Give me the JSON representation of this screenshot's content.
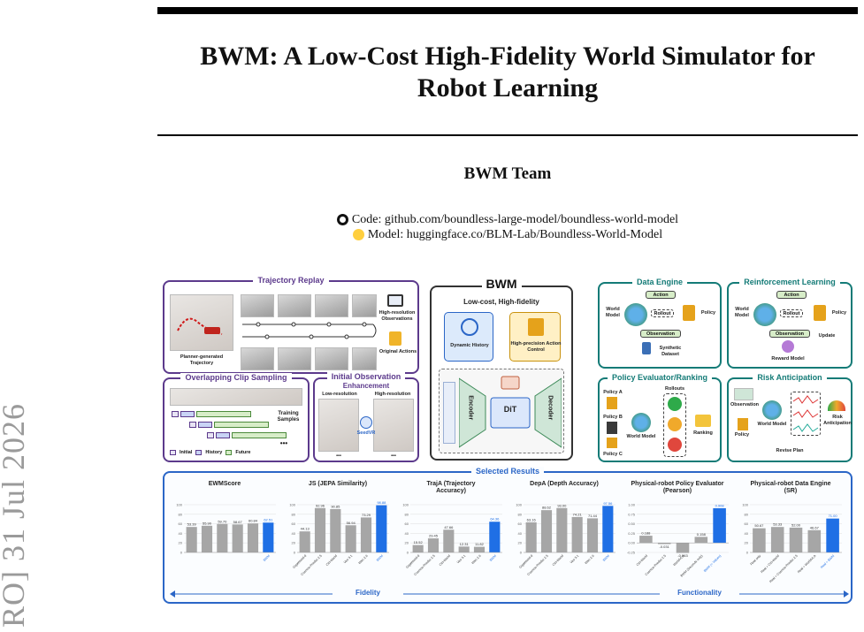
{
  "paper": {
    "title_line1": "BWM: A Low-Cost High-Fidelity World Simulator for",
    "title_line2": "Robot Learning",
    "authors": "BWM Team",
    "code_link": "Code: github.com/boundless-large-model/boundless-world-model",
    "model_link": "Model: huggingface.co/BLM-Lab/Boundless-World-Model",
    "arxiv_stamp": "RO] 31 Jul 2026"
  },
  "figure": {
    "trajectory_replay": {
      "title": "Trajectory Replay",
      "planner": "Planner-generated Trajectory",
      "hires": "High-resolution Observations",
      "actions": "Original Actions"
    },
    "overlapping": {
      "title": "Overlapping Clip Sampling",
      "training": "Training Samples",
      "legend": [
        "Initial",
        "History",
        "Future"
      ],
      "dots": "•••"
    },
    "enhancement": {
      "title1": "Initial Observation",
      "title2": "Enhancement",
      "low": "Low-resolution",
      "high": "High-resolution",
      "sam": "SeedVR",
      "dots": "•••"
    },
    "bwm": {
      "title": "BWM",
      "subtitle": "Low-cost, High-fidelity",
      "history": "Dynamic History",
      "action": "High-precision Action Control",
      "encoder": "Encoder",
      "dit": "DiT",
      "decoder": "Decoder"
    },
    "data_engine": {
      "title": "Data Engine",
      "action": "Action",
      "world_model": "World Model",
      "rollout": "Rollout",
      "policy": "Policy",
      "observation": "Observation",
      "synthetic": "Synthetic Dataset"
    },
    "rl": {
      "title": "Reinforcement Learning",
      "action": "Action",
      "world_model": "World Model",
      "rollout": "Rollout",
      "policy": "Policy",
      "observation": "Observation",
      "update": "Update",
      "reward": "Reward Model"
    },
    "evaluator": {
      "title": "Policy Evaluator/Ranking",
      "policy_a": "Policy A",
      "policy_b": "Policy B",
      "policy_c": "Policy C",
      "world_model": "World Model",
      "rollouts": "Rollouts",
      "ranking": "Ranking"
    },
    "risk": {
      "title": "Risk Anticipation",
      "observation": "Observation",
      "world_model": "World Model",
      "policy": "Policy",
      "risk": "Risk Anticipation",
      "revise": "Revise Plan"
    },
    "results": {
      "title": "Selected Results",
      "fidelity": "Fidelity",
      "functionality": "Functionality"
    },
    "colors": {
      "gray_bar": "#a6a6a6",
      "blue_bar": "#1f6fe5",
      "purple": "#5c3a8c",
      "teal": "#147b77",
      "blue": "#2b66c7"
    }
  },
  "chart_data": [
    {
      "type": "bar",
      "title": "EWMScore",
      "categories": [
        "",
        "",
        "",
        "",
        "",
        "BWM"
      ],
      "values": [
        53.39,
        55.9,
        59.7,
        58.67,
        60.84,
        62.51
      ],
      "value_labels": [
        "53.39",
        "55.90",
        "59.70",
        "58.67",
        "60.84",
        "62.51"
      ],
      "highlight": 5,
      "ylim": [
        0,
        100
      ],
      "yticks": [
        "0",
        "20",
        "40",
        "60",
        "80",
        "100"
      ]
    },
    {
      "type": "bar",
      "title": "JS (JEPA Similarity)",
      "categories": [
        "GigaWorld-0",
        "Cosmos-Predict 2.5",
        "Ctrl-World",
        "Veo 3.1",
        "Wan 2.6",
        "BWM"
      ],
      "values": [
        44.13,
        92.96,
        90.85,
        56.94,
        73.29,
        98.88
      ],
      "value_labels": [
        "44.13",
        "92.96",
        "90.85",
        "56.94",
        "73.29",
        "98.88"
      ],
      "highlight": 5,
      "ylim": [
        0,
        100
      ],
      "yticks": [
        "0",
        "20",
        "40",
        "60",
        "80",
        "100"
      ]
    },
    {
      "type": "bar",
      "title": "TrajA (Trajectory Accuracy)",
      "categories": [
        "GigaWorld-0",
        "Cosmos-Predict 2.5",
        "Ctrl-World",
        "Veo 3.1",
        "Wan 2.6",
        "BWM"
      ],
      "values": [
        15.52,
        29.45,
        47.66,
        12.31,
        11.82,
        64.36
      ],
      "value_labels": [
        "15.52",
        "29.45",
        "47.66",
        "12.31",
        "11.82",
        "64.36"
      ],
      "highlight": 5,
      "ylim": [
        0,
        100
      ],
      "yticks": [
        "0",
        "20",
        "40",
        "60",
        "80",
        "100"
      ]
    },
    {
      "type": "bar",
      "title": "DepA (Depth Accuracy)",
      "categories": [
        "GigaWorld-0",
        "Cosmos-Predict 2.5",
        "Ctrl-World",
        "Veo 3.1",
        "Wan 2.6",
        "BWM"
      ],
      "values": [
        63.16,
        88.62,
        93.0,
        74.21,
        71.44,
        97.56
      ],
      "value_labels": [
        "63.16",
        "88.62",
        "93.00",
        "74.21",
        "71.44",
        "97.56"
      ],
      "highlight": 5,
      "ylim": [
        0,
        100
      ],
      "yticks": [
        "0",
        "20",
        "40",
        "60",
        "80",
        "100"
      ]
    },
    {
      "type": "bar",
      "title": "Physical-robot Policy Evaluator (Pearson)",
      "categories": [
        "Ctrl-World",
        "Cosmos-Predict 2.5",
        "WorldVLA",
        "BWM (Seconds only)",
        "BWM (+ Values)"
      ],
      "values": [
        0.188,
        -0.031,
        -0.263,
        0.158,
        0.908
      ],
      "value_labels": [
        "0.188",
        "-0.031",
        "-0.263",
        "0.158",
        "0.908"
      ],
      "highlight": 4,
      "ylim": [
        -0.25,
        1.0
      ],
      "yticks": [
        "-0.25",
        "0.00",
        "0.25",
        "0.50",
        "0.75",
        "1.00"
      ]
    },
    {
      "type": "bar",
      "title": "Physical-robot Data Engine (SR)",
      "categories": [
        "Real only",
        "Real + Ctrl-World",
        "Real + Cosmos-Predict 2.5",
        "Real + WorldVLA",
        "Real + BWM"
      ],
      "values": [
        50.67,
        53.33,
        52.0,
        46.67,
        71.0
      ],
      "value_labels": [
        "50.67",
        "53.33",
        "52.00",
        "46.67",
        "71.00"
      ],
      "highlight": 4,
      "ylim": [
        0,
        100
      ],
      "yticks": [
        "0",
        "20",
        "40",
        "60",
        "80",
        "100"
      ]
    }
  ]
}
